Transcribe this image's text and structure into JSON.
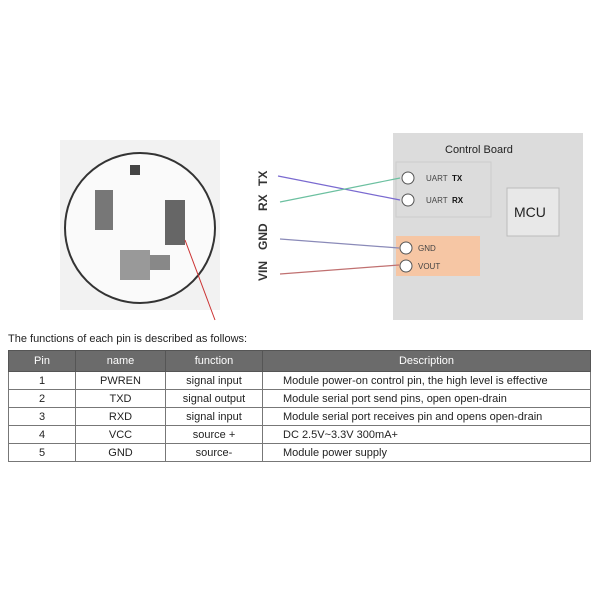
{
  "diagram": {
    "module_pins": [
      "TX",
      "RX",
      "GND",
      "VIN"
    ],
    "board_title": "Control Board",
    "mcu_label": "MCU",
    "uart_label": "UART",
    "uart_pins": [
      "TX",
      "RX"
    ],
    "power_pins": [
      "GND",
      "VOUT"
    ],
    "colors": {
      "board": "#dcdcdc",
      "power": "#f6c6a4",
      "tx_wire": "#7a6ad0",
      "rx_wire": "#6cc0a0",
      "gnd_wire": "#8a8ab8",
      "vin_wire": "#c07070"
    }
  },
  "caption": "The functions of each pin is described as follows:",
  "table": {
    "headers": [
      "Pin",
      "name",
      "function",
      "Description"
    ],
    "rows": [
      [
        "1",
        "PWREN",
        "signal input",
        "Module power-on control pin, the high level is effective"
      ],
      [
        "2",
        "TXD",
        "signal output",
        "Module serial port send pins, open open-drain"
      ],
      [
        "3",
        "RXD",
        "signal input",
        "Module serial port receives pin and opens open-drain"
      ],
      [
        "4",
        "VCC",
        "source +",
        "DC 2.5V~3.3V 300mA+"
      ],
      [
        "5",
        "GND",
        "source-",
        "Module power supply"
      ]
    ]
  }
}
